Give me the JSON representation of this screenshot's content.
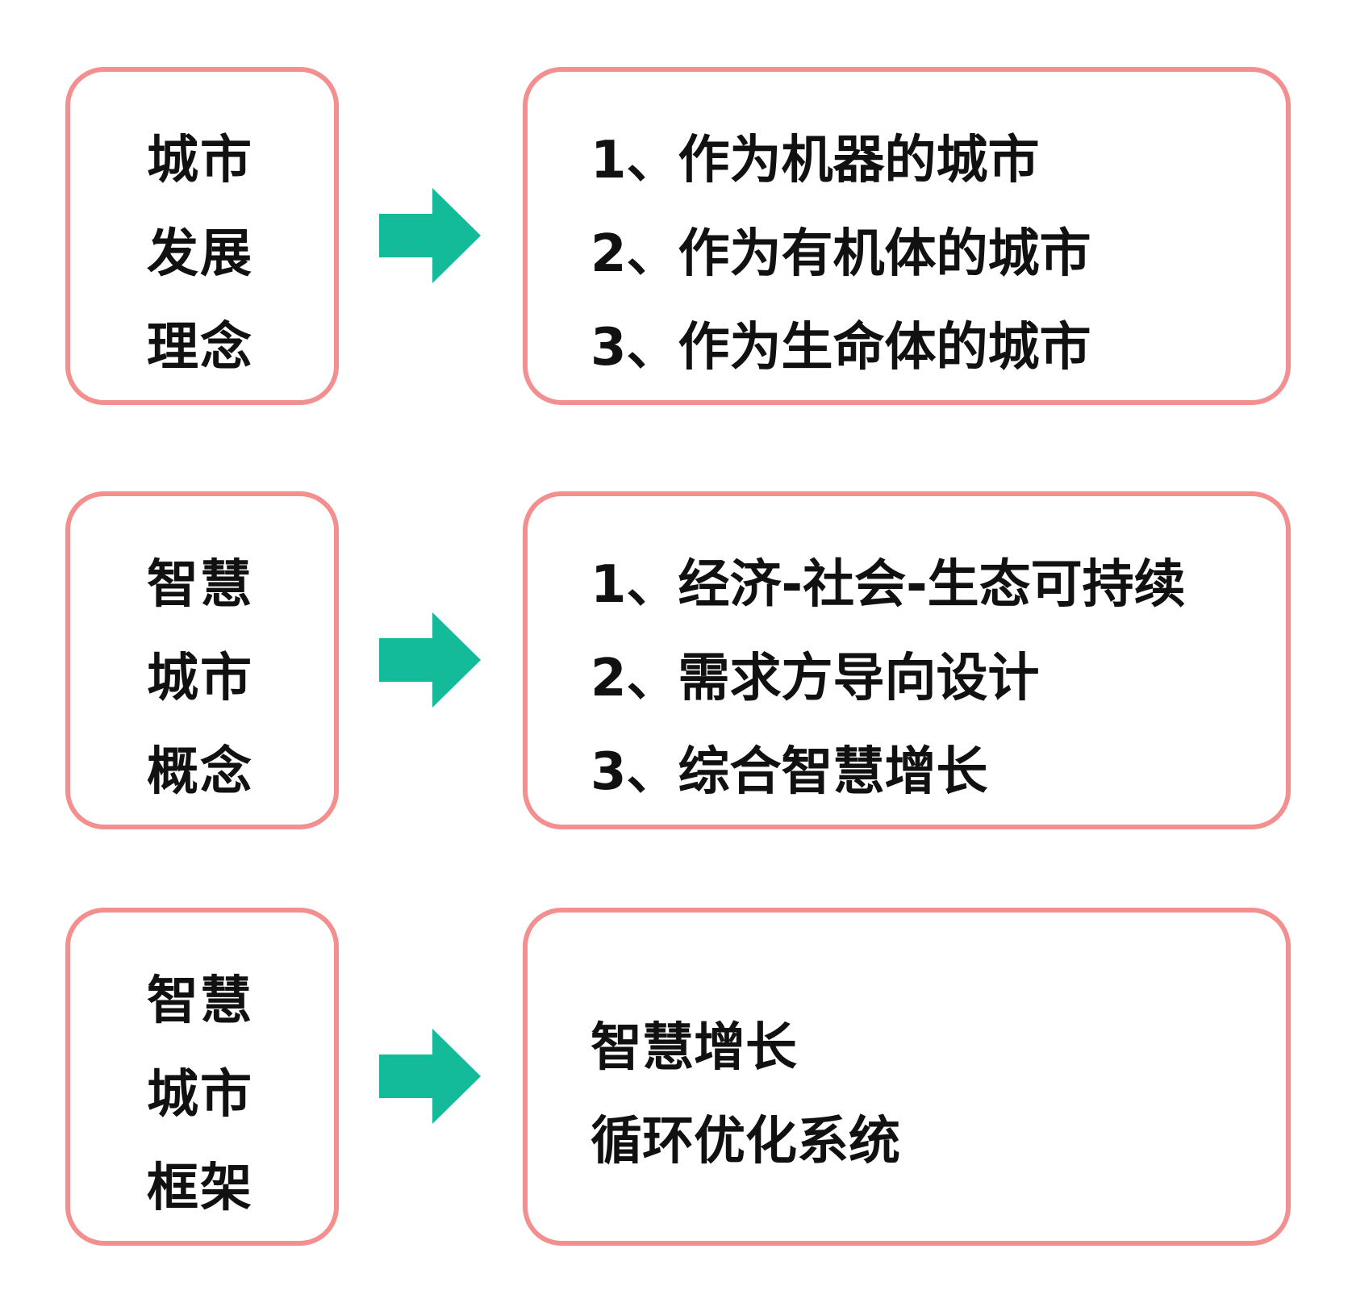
{
  "colors": {
    "box_border": "#f38f8e",
    "arrow": "#14bb9b",
    "text": "#111111"
  },
  "rows": [
    {
      "left_lines": [
        "城市",
        "发展",
        "理念"
      ],
      "arrow_icon": "right-arrow-icon",
      "right_lines": [
        "1、作为机器的城市",
        "2、作为有机体的城市",
        "3、作为生命体的城市"
      ]
    },
    {
      "left_lines": [
        "智慧",
        "城市",
        "概念"
      ],
      "arrow_icon": "right-arrow-icon",
      "right_lines": [
        "1、经济-社会-生态可持续",
        "2、需求方导向设计",
        "3、综合智慧增长"
      ]
    },
    {
      "left_lines": [
        "智慧",
        "城市",
        "框架"
      ],
      "arrow_icon": "right-arrow-icon",
      "right_lines": [
        "智慧增长",
        "循环优化系统"
      ]
    }
  ]
}
